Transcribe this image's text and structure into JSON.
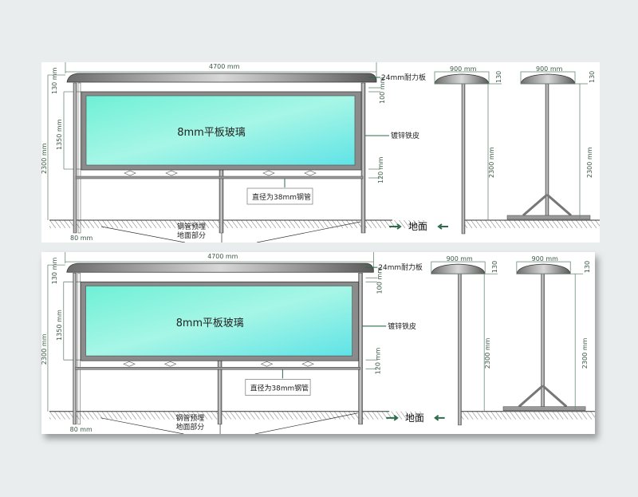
{
  "drawing": {
    "glass_label": "8mm平板玻璃",
    "roof_label": "24mm耐力板",
    "side_label": "镀锌铁皮",
    "pipe_label": "直径为38mm钢管",
    "ground_label": "地面",
    "embed_label_1": "钢管预埋",
    "embed_label_2": "地面部分",
    "dims": {
      "width": "4700 mm",
      "roof_h": "130 mm",
      "panel_h": "1350 mm",
      "total_h": "2300 mm",
      "gap_top": "100 mm",
      "gap_bottom": "120 mm",
      "post": "80 mm",
      "side_width": "900 mm",
      "side_roof": "130",
      "side_h": "2300 mm"
    }
  },
  "colors": {
    "glass": "#8ff3dc",
    "accent": "#2e6b4a"
  }
}
